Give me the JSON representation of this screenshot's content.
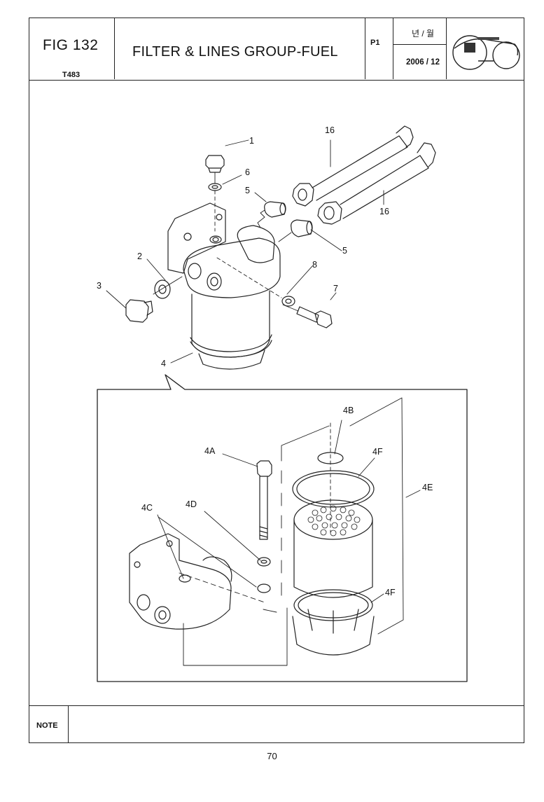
{
  "header": {
    "fig": "FIG 132",
    "model": "T483",
    "title": "FILTER & LINES GROUP-FUEL",
    "page_code": "P1",
    "year_month_label": "년 / 월",
    "date": "2006 / 12",
    "logo_icon": "tractor-icon"
  },
  "callouts": {
    "c1": "1",
    "c2": "2",
    "c3": "3",
    "c4": "4",
    "c5a": "5",
    "c5b": "5",
    "c6": "6",
    "c7": "7",
    "c8": "8",
    "c16a": "16",
    "c16b": "16",
    "c4a": "4A",
    "c4b": "4B",
    "c4c": "4C",
    "c4d": "4D",
    "c4e": "4E",
    "c4f1": "4F",
    "c4f2": "4F"
  },
  "note": {
    "label": "NOTE"
  },
  "footer": {
    "page_number": "70"
  }
}
